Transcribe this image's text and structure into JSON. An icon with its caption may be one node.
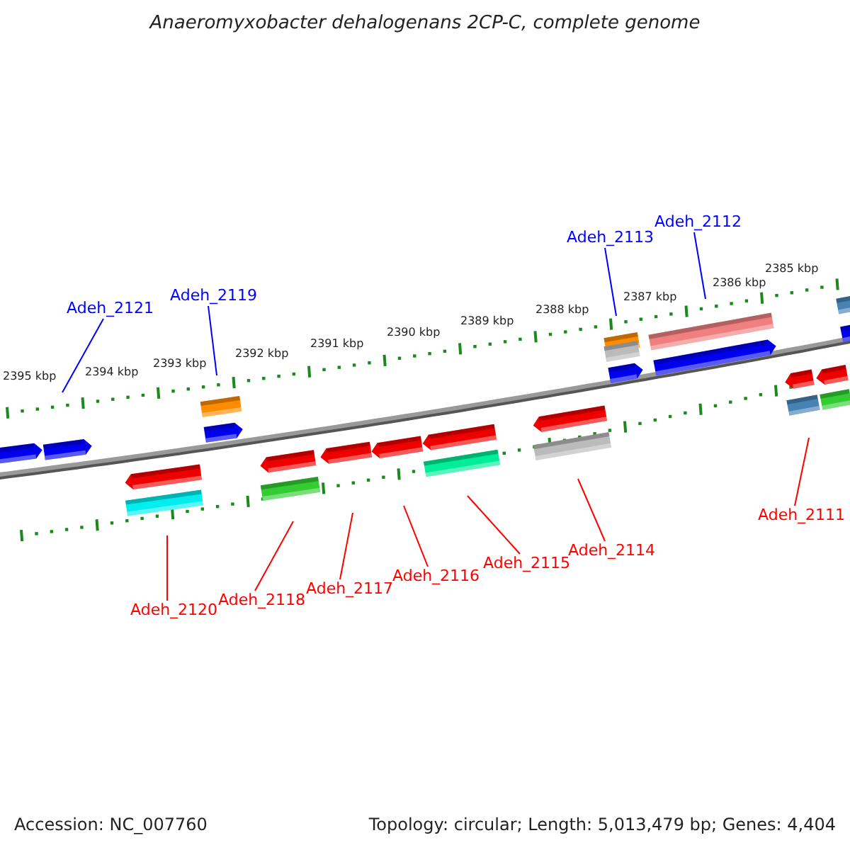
{
  "diagram": {
    "title": "Anaeromyxobacter dehalogenans 2CP-C, complete genome",
    "nodes": [
      {
        "text": [
          "Adeh_2121"
        ]
      },
      {
        "text": [
          "Adeh_2119"
        ]
      },
      {
        "text": [
          "Adeh_2113"
        ]
      },
      {
        "text": [
          "Adeh_2112"
        ]
      },
      {
        "text": [
          "Adeh_2111"
        ]
      },
      {
        "text": [
          "Adeh_2120"
        ]
      },
      {
        "text": [
          "Adeh_2118"
        ]
      },
      {
        "text": [
          "Adeh_2117"
        ]
      },
      {
        "text": [
          "Adeh_2116"
        ]
      },
      {
        "text": [
          "Adeh_2115"
        ]
      },
      {
        "text": [
          "Adeh_2114"
        ]
      }
    ],
    "edges": [
      {
        "from": 0,
        "to": null,
        "arrow": "none",
        "color": "#0000ff"
      },
      {
        "from": 1,
        "to": null,
        "arrow": "none",
        "color": "#0000ff"
      },
      {
        "from": 2,
        "to": null,
        "arrow": "none",
        "color": "#0000ff"
      },
      {
        "from": 3,
        "to": null,
        "arrow": "none",
        "color": "#0000ff"
      },
      {
        "from": 4,
        "to": null,
        "arrow": "none"
      },
      {
        "from": 5,
        "to": null,
        "arrow": "none"
      },
      {
        "from": 6,
        "to": null,
        "arrow": "none"
      },
      {
        "from": 7,
        "to": null,
        "arrow": "none"
      },
      {
        "from": 8,
        "to": null,
        "arrow": "none"
      },
      {
        "from": 9,
        "to": null,
        "arrow": "none"
      },
      {
        "from": 10,
        "to": null,
        "arrow": "none"
      }
    ],
    "labels": [
      "2395 kbp",
      "2394 kbp",
      "2393 kbp",
      "2392 kbp",
      "2391 kbp",
      "2390 kbp",
      "2389 kbp",
      "2388 kbp",
      "2387 kbp",
      "2386 kbp",
      "2385 kbp",
      "Accession: NC_007760",
      "Topology: circular; Length: 5,013,479 bp; Genes: 4,404"
    ]
  }
}
